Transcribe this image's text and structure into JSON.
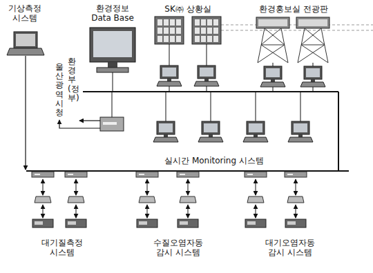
{
  "diagram": {
    "nodes": [
      {
        "text": [
          "기상측정 시스템"
        ]
      },
      {
        "text": [
          "환경정보 Data Base"
        ]
      },
      {
        "text": [
          "SK㈜ 상황실"
        ]
      },
      {
        "text": [
          "환경홍보실 전광판"
        ]
      },
      {
        "text": [
          "울산광역시청"
        ]
      },
      {
        "text": [
          "환경부(정부)"
        ]
      },
      {
        "text": [
          "실시간 Monitoring 시스템"
        ]
      },
      {
        "text": [
          "대기질측정 시스템"
        ]
      },
      {
        "text": [
          "수질오염자동 감시 시스템"
        ]
      },
      {
        "text": [
          "대기오염자동 감시 시스템"
        ]
      }
    ],
    "edges": [
      {
        "from": 6,
        "to": 4,
        "arrow": "to"
      },
      {
        "from": 6,
        "to": 5,
        "arrow": "to"
      }
    ]
  }
}
